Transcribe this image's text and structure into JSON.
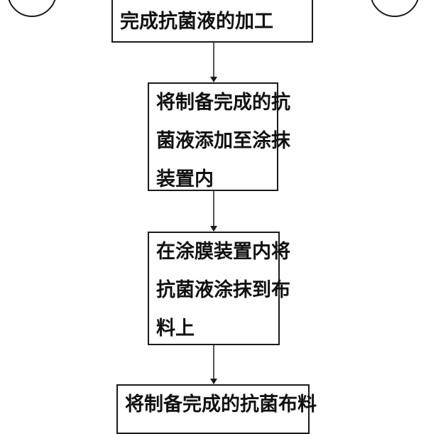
{
  "flowchart": {
    "steps": [
      {
        "lines": [
          "完成抗菌液的加工"
        ]
      },
      {
        "lines": [
          "将制备完成的抗",
          "菌液添加至涂抹",
          "装置内"
        ]
      },
      {
        "lines": [
          "在涂膜装置内将",
          "抗菌液涂抹到布",
          "料上"
        ]
      },
      {
        "lines": [
          "将制备完成的抗菌布料"
        ]
      }
    ]
  }
}
